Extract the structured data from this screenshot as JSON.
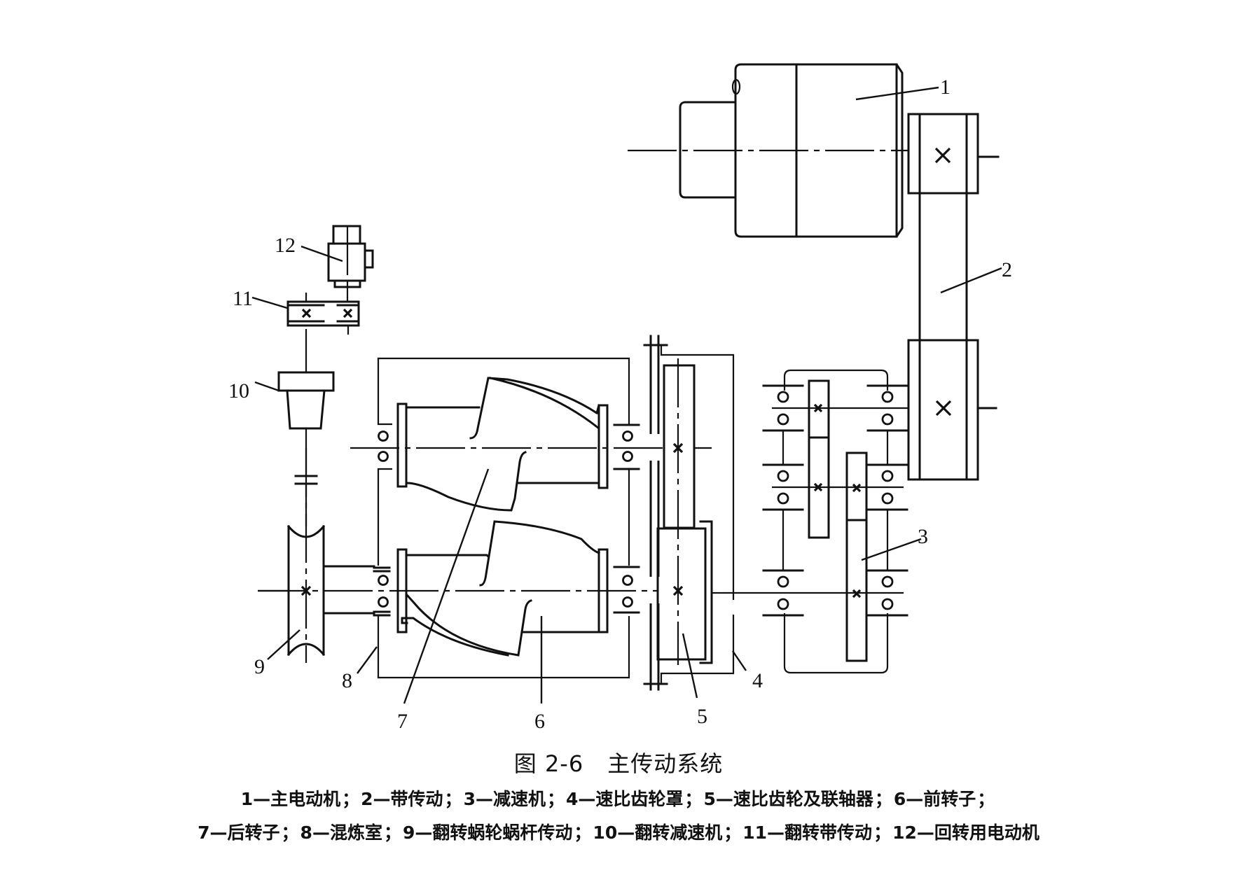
{
  "figure": {
    "number": "图 2-6",
    "title": "主传动系统"
  },
  "callouts": [
    "1",
    "2",
    "3",
    "4",
    "5",
    "6",
    "7",
    "8",
    "9",
    "10",
    "11",
    "12"
  ],
  "legend": {
    "line1": [
      {
        "num": "1",
        "label": "主电动机"
      },
      {
        "num": "2",
        "label": "带传动"
      },
      {
        "num": "3",
        "label": "减速机"
      },
      {
        "num": "4",
        "label": "速比齿轮罩"
      },
      {
        "num": "5",
        "label": "速比齿轮及联轴器"
      },
      {
        "num": "6",
        "label": "前转子"
      }
    ],
    "line2": [
      {
        "num": "7",
        "label": "后转子"
      },
      {
        "num": "8",
        "label": "混炼室"
      },
      {
        "num": "9",
        "label": "翻转蜗轮蜗杆传动"
      },
      {
        "num": "10",
        "label": "翻转减速机"
      },
      {
        "num": "11",
        "label": "翻转带传动"
      },
      {
        "num": "12",
        "label": "回转用电动机"
      }
    ],
    "dash": "—",
    "separator": "；"
  },
  "colors": {
    "ink": "#111111",
    "paper": "#ffffff"
  }
}
